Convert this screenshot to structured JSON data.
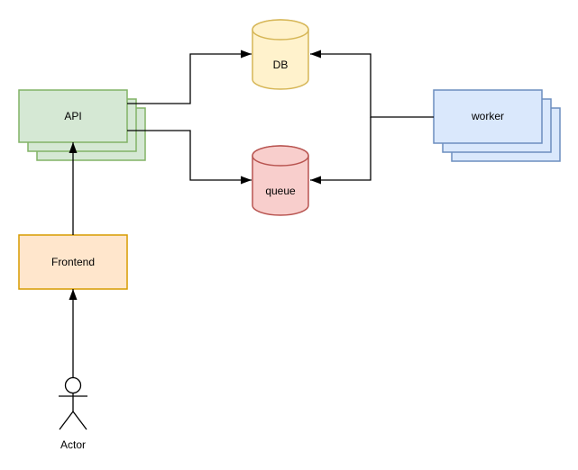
{
  "diagram": {
    "title": "system-architecture-diagram",
    "background": "#ffffff",
    "edge_color": "#000000",
    "nodes": {
      "api": {
        "label": "API",
        "type": "stacked-rectangle",
        "fill": "#d5e8d4",
        "stroke": "#82b366"
      },
      "frontend": {
        "label": "Frontend",
        "type": "rectangle",
        "fill": "#ffe6cc",
        "stroke": "#d79b00"
      },
      "db": {
        "label": "DB",
        "type": "cylinder",
        "fill": "#fff2cc",
        "stroke": "#d6b656"
      },
      "queue": {
        "label": "queue",
        "type": "cylinder",
        "fill": "#f8cecc",
        "stroke": "#b85450"
      },
      "worker": {
        "label": "worker",
        "type": "stacked-rectangle",
        "fill": "#dae8fc",
        "stroke": "#6c8ebf"
      },
      "actor": {
        "label": "Actor",
        "type": "stick-figure",
        "fill": "#ffffff",
        "stroke": "#000000"
      }
    },
    "edges": [
      {
        "from": "actor",
        "to": "frontend"
      },
      {
        "from": "frontend",
        "to": "api"
      },
      {
        "from": "api",
        "to": "db"
      },
      {
        "from": "api",
        "to": "queue"
      },
      {
        "from": "worker",
        "to": "db"
      },
      {
        "from": "worker",
        "to": "queue"
      }
    ]
  }
}
